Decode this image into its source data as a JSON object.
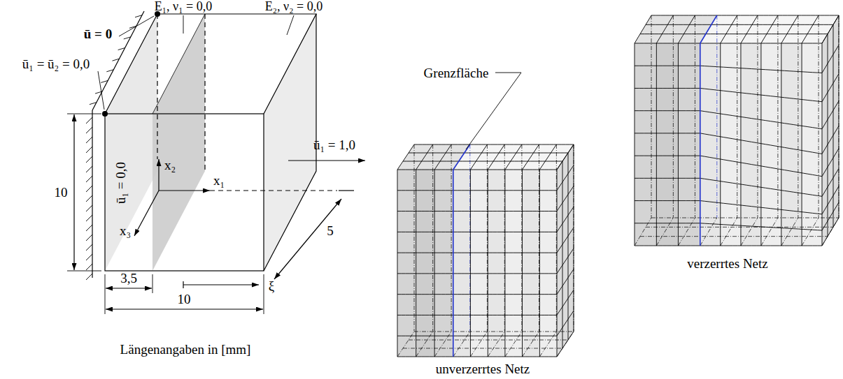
{
  "diagram": {
    "labels": [
      "E₁, ν₁ = 0,0",
      "E₂, ν₂ = 0,0",
      "ū = 0",
      "ū₁ = ū₂ = 0,0",
      "ū₁ = 0,0",
      "x₂",
      "x₁",
      "ū₁ = 1,0",
      "x₃",
      "10",
      "5",
      "3,5",
      "ξ",
      "10",
      "Längenangaben in [mm]",
      "Grenzfläche",
      "unverzerrtes Netz",
      "verzerrtes Netz"
    ]
  }
}
